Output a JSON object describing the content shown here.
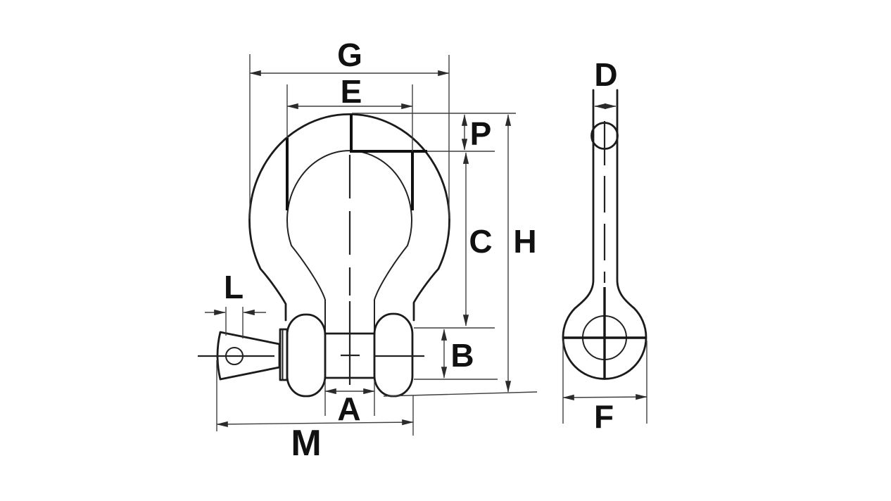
{
  "drawing": {
    "background_color": "#ffffff",
    "line_color": "#1b1b1b",
    "dimension_line_color": "#3f3f3f",
    "views": {
      "front": {
        "dimension_labels": [
          "G",
          "E",
          "P",
          "C",
          "H",
          "B",
          "A",
          "M",
          "L"
        ]
      },
      "side": {
        "dimension_labels": [
          "D",
          "F"
        ]
      }
    }
  },
  "labels": {
    "G": "G",
    "E": "E",
    "P": "P",
    "C": "C",
    "H": "H",
    "B": "B",
    "A": "A",
    "M": "M",
    "L": "L",
    "D": "D",
    "F": "F"
  }
}
